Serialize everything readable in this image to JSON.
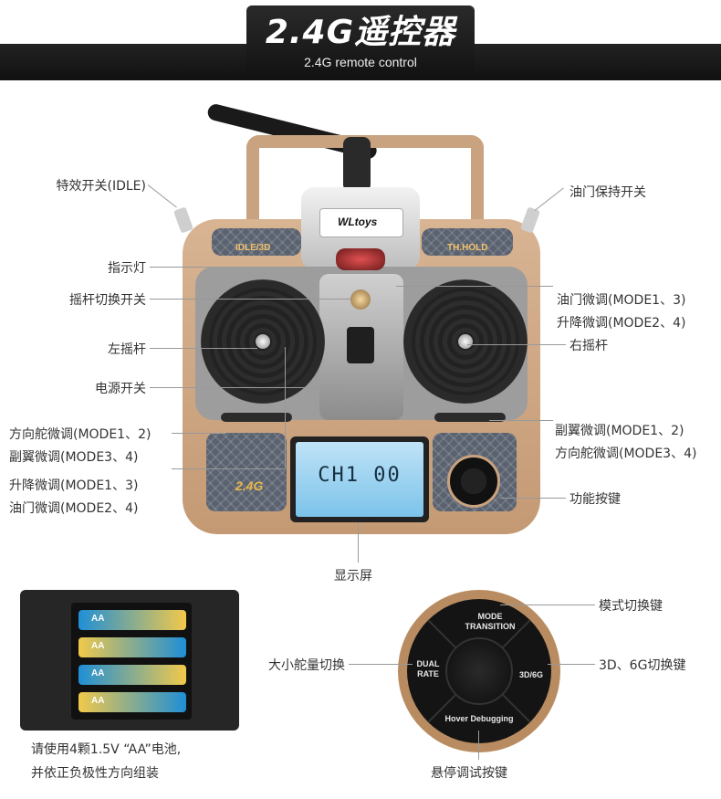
{
  "header": {
    "title": "2.4G遥控器",
    "subtitle": "2.4G remote control"
  },
  "device": {
    "logo_text": "WLtoys",
    "left_strip_label": "IDLE/3D",
    "right_strip_label": "TH.HOLD",
    "badge": "2.4G",
    "lcd_text": "CH1 00"
  },
  "callouts": {
    "idle_switch": "特效开关(IDLE)",
    "throttle_hold_switch": "油门保持开关",
    "indicator_light": "指示灯",
    "stick_mode_switch": "摇杆切换开关",
    "throttle_trim_m13": "油门微调(MODE1、3)",
    "elevator_trim_m24": "升降微调(MODE2、4)",
    "left_stick": "左摇杆",
    "right_stick": "右摇杆",
    "power_switch": "电源开关",
    "rudder_trim_m12": "方向舵微调(MODE1、2)",
    "aileron_trim_m34": "副翼微调(MODE3、4)",
    "aileron_trim_m12": "副翼微调(MODE1、2)",
    "rudder_trim_m34": "方向舵微调(MODE3、4)",
    "elevator_trim_m13": "升降微调(MODE1、3)",
    "throttle_trim_m24": "油门微调(MODE2、4)",
    "function_key": "功能按键",
    "display": "显示屏"
  },
  "battery": {
    "cell_labels": [
      "AA",
      "AA",
      "AA",
      "AA"
    ],
    "note_line1": "请使用4颗1.5V “AA”电池,",
    "note_line2": "并依正负极性方向组装"
  },
  "function_button": {
    "mode_label": "MODE TRANSITION",
    "dual_rate_label": "DUAL RATE",
    "3d6g_label": "3D/6G",
    "hover_label": "Hover Debugging",
    "callout_mode_switch": "模式切换键",
    "callout_power_switch": "大小舵量切换",
    "callout_3d6g": "3D、6G切换键",
    "callout_hover": "悬停调试按键"
  },
  "colors": {
    "body": "#c9a27f",
    "panel": "#9d9d9d",
    "lcd": "#7cc3ea",
    "banner": "#111111"
  }
}
